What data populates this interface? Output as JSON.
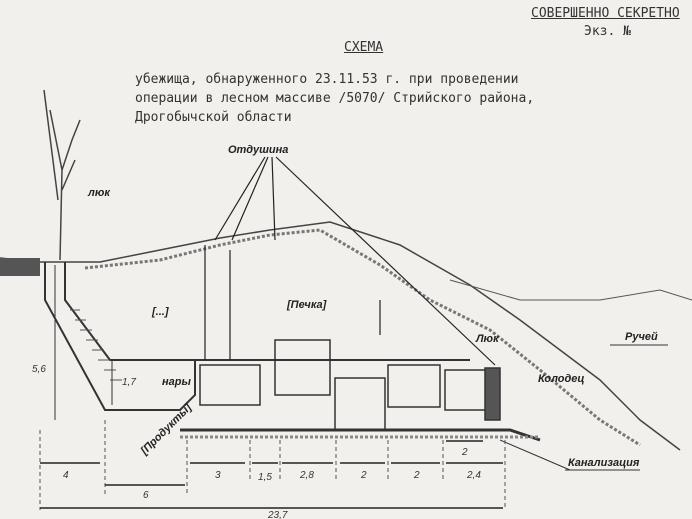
{
  "header": {
    "classification": "СОВЕРШЕННО СЕКРЕТНО",
    "copy_no": "Экз. №"
  },
  "title": "СХЕМА",
  "subtitle": [
    "убежища, обнаруженного 23.11.53 г. при проведении",
    "операции в лесном массиве /5070/ Стрийского района,",
    "Дрогобычской области"
  ],
  "labels": {
    "vent": "Отдушина",
    "hatch_left": "люк",
    "unknown": "[...]",
    "stove": "[Печка]",
    "hatch_right": "Люк",
    "stream": "Ручей",
    "well": "Колодец",
    "bunks": "нары",
    "food": "[Продукты]",
    "sewer": "Канализация",
    "height_total": "5,6",
    "height_room": "1,7"
  },
  "dimensions": [
    "4",
    "6",
    "3",
    "1,5",
    "2,8",
    "2",
    "2",
    "2,4",
    "2",
    "23,7"
  ]
}
